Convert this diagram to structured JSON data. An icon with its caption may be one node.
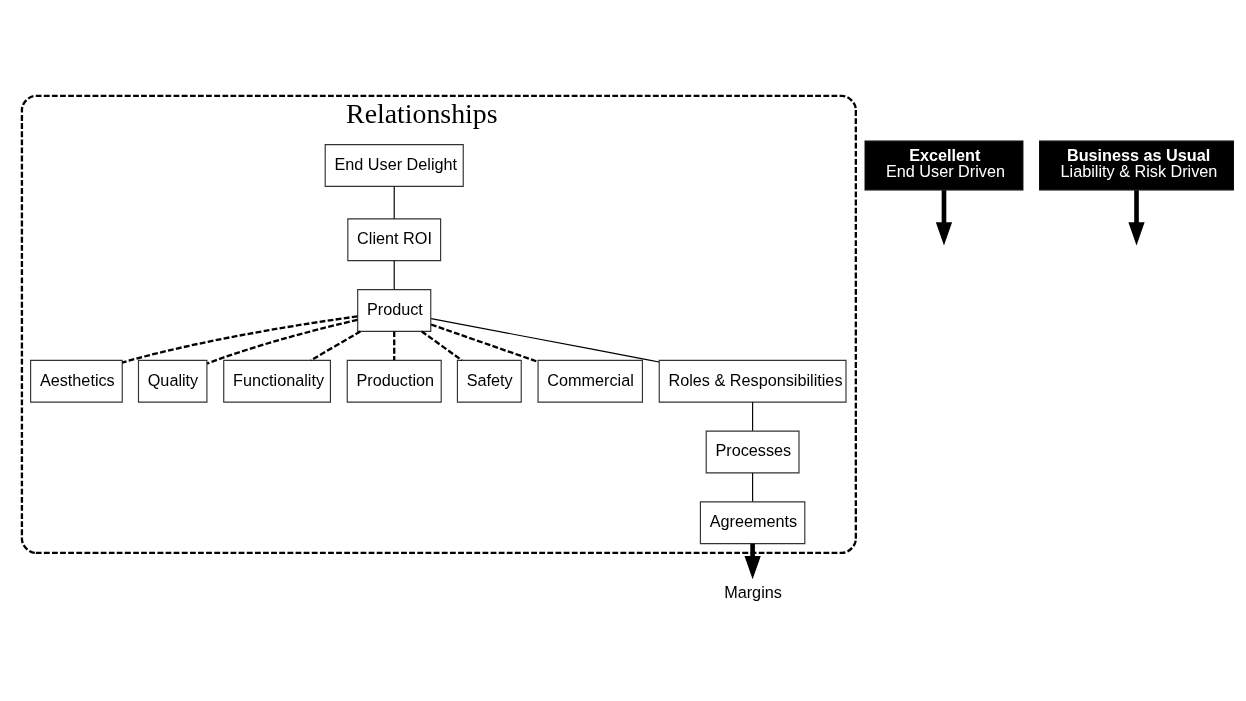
{
  "diagram": {
    "nodes": [
      {
        "text": [
          "Relationships"
        ]
      },
      {
        "text": [
          "Excellent",
          "End User Driven"
        ]
      },
      {
        "text": [
          "End User Delight"
        ],
        "in": 0
      },
      {
        "text": [
          "Client ROI"
        ],
        "in": 0
      },
      {
        "text": [
          "Product"
        ],
        "in": 0
      },
      {
        "text": [
          "Aesthetics"
        ],
        "in": 0
      },
      {
        "text": [
          "Quality"
        ],
        "in": 0
      },
      {
        "text": [
          "Functionality"
        ],
        "in": 0
      },
      {
        "text": [
          "Production"
        ],
        "in": 0
      },
      {
        "text": [
          "Safety"
        ],
        "in": 0
      },
      {
        "text": [
          "Commercial"
        ],
        "in": 0
      },
      {
        "text": [
          "Roles & Responsibilities"
        ],
        "in": 0
      },
      {
        "text": [
          "Processes"
        ],
        "in": 0
      },
      {
        "text": [
          "Agreements"
        ],
        "in": 0
      },
      {
        "text": [
          "Business as Usual",
          "Liability & Risk Driven"
        ]
      },
      {
        "text": [
          "Margins"
        ]
      }
    ],
    "edges": [
      {
        "from": 1,
        "to": null,
        "arrow": "to",
        "style": "thick"
      },
      {
        "from": 2,
        "to": 3,
        "arrow": "none"
      },
      {
        "from": 3,
        "to": 4,
        "arrow": "none"
      },
      {
        "from": 4,
        "to": 5,
        "arrow": "none",
        "style": "dashed"
      },
      {
        "from": 4,
        "to": 6,
        "arrow": "none",
        "style": "dashed"
      },
      {
        "from": 4,
        "to": 7,
        "arrow": "none",
        "style": "dashed"
      },
      {
        "from": 4,
        "to": 8,
        "arrow": "none",
        "style": "dashed"
      },
      {
        "from": 4,
        "to": 9,
        "arrow": "none",
        "style": "dashed"
      },
      {
        "from": 4,
        "to": 10,
        "arrow": "none",
        "style": "dashed"
      },
      {
        "from": 4,
        "to": 11,
        "arrow": "none"
      },
      {
        "from": 11,
        "to": 12,
        "arrow": "none"
      },
      {
        "from": 12,
        "to": 13,
        "arrow": "none"
      },
      {
        "from": 13,
        "to": 15,
        "arrow": "to",
        "style": "thick"
      },
      {
        "from": 14,
        "to": null,
        "arrow": "to",
        "style": "thick"
      }
    ]
  }
}
